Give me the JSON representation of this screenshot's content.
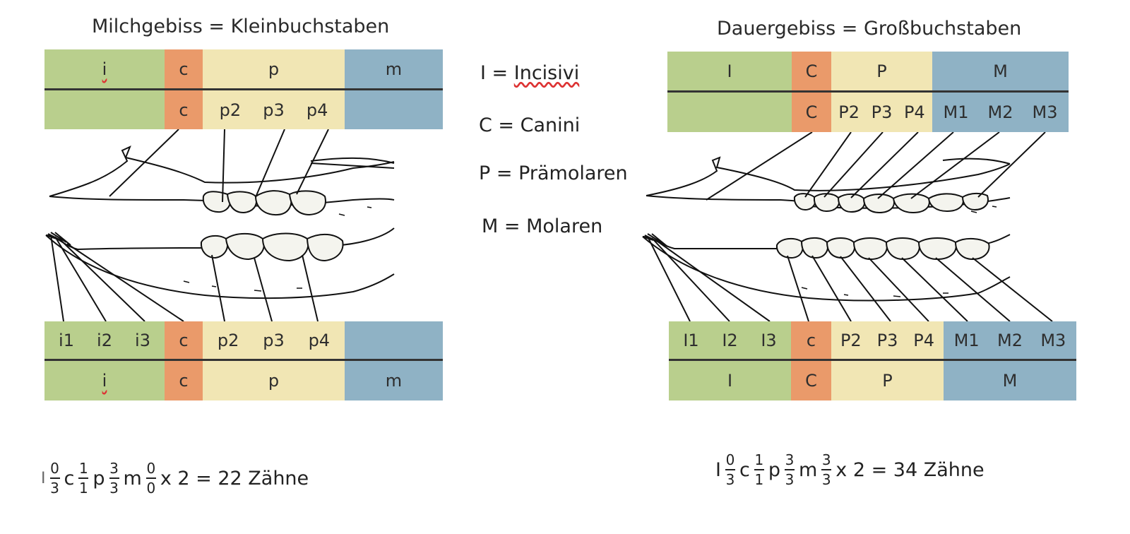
{
  "left": {
    "title": "Milchgebiss = Kleinbuchstaben",
    "top_row1": {
      "green": "i",
      "orange": "c",
      "cream": "p",
      "blue": "m"
    },
    "top_row2": {
      "orange": "c",
      "cream": [
        "p2",
        "p3",
        "p4"
      ]
    },
    "bottom_row1": {
      "green": [
        "i1",
        "i2",
        "i3"
      ],
      "orange": "c",
      "cream": [
        "p2",
        "p3",
        "p4"
      ]
    },
    "bottom_row2": {
      "green": "i",
      "orange": "c",
      "cream": "p",
      "blue": "m"
    },
    "formula": {
      "i_label": "I",
      "i_frac": [
        "0",
        "3"
      ],
      "c_label": "c",
      "c_frac": [
        "1",
        "1"
      ],
      "p_label": "p",
      "p_frac": [
        "3",
        "3"
      ],
      "m_label": "m",
      "m_frac": [
        "0",
        "0"
      ],
      "result": "x 2 = 22 Zähne"
    }
  },
  "right": {
    "title": "Dauergebiss = Großbuchstaben",
    "top_row1": {
      "green": "I",
      "orange": "C",
      "cream": "P",
      "blue": "M"
    },
    "top_row2": {
      "orange": "C",
      "cream": [
        "P2",
        "P3",
        "P4"
      ],
      "blue": [
        "M1",
        "M2",
        "M3"
      ]
    },
    "bottom_row1": {
      "green": [
        "I1",
        "I2",
        "I3"
      ],
      "orange": "c",
      "cream": [
        "P2",
        "P3",
        "P4"
      ],
      "blue": [
        "M1",
        "M2",
        "M3"
      ]
    },
    "bottom_row2": {
      "green": "I",
      "orange": "C",
      "cream": "P",
      "blue": "M"
    },
    "formula": {
      "i_label": "I",
      "i_frac": [
        "0",
        "3"
      ],
      "c_label": "c",
      "c_frac": [
        "1",
        "1"
      ],
      "p_label": "p",
      "p_frac": [
        "3",
        "3"
      ],
      "m_label": "m",
      "m_frac": [
        "3",
        "3"
      ],
      "result": "x 2 = 34 Zähne"
    }
  },
  "legend": {
    "incisivi_prefix": "I = ",
    "incisivi_word": "Incisivi",
    "canini": "C = Canini",
    "praemolaren": "P = Prämolaren",
    "molaren": "M = Molaren"
  },
  "colors": {
    "incisivi": "#b9cf8d",
    "canini": "#ea9a6a",
    "praemolaren": "#f1e6b4",
    "molaren": "#8fb2c5"
  }
}
